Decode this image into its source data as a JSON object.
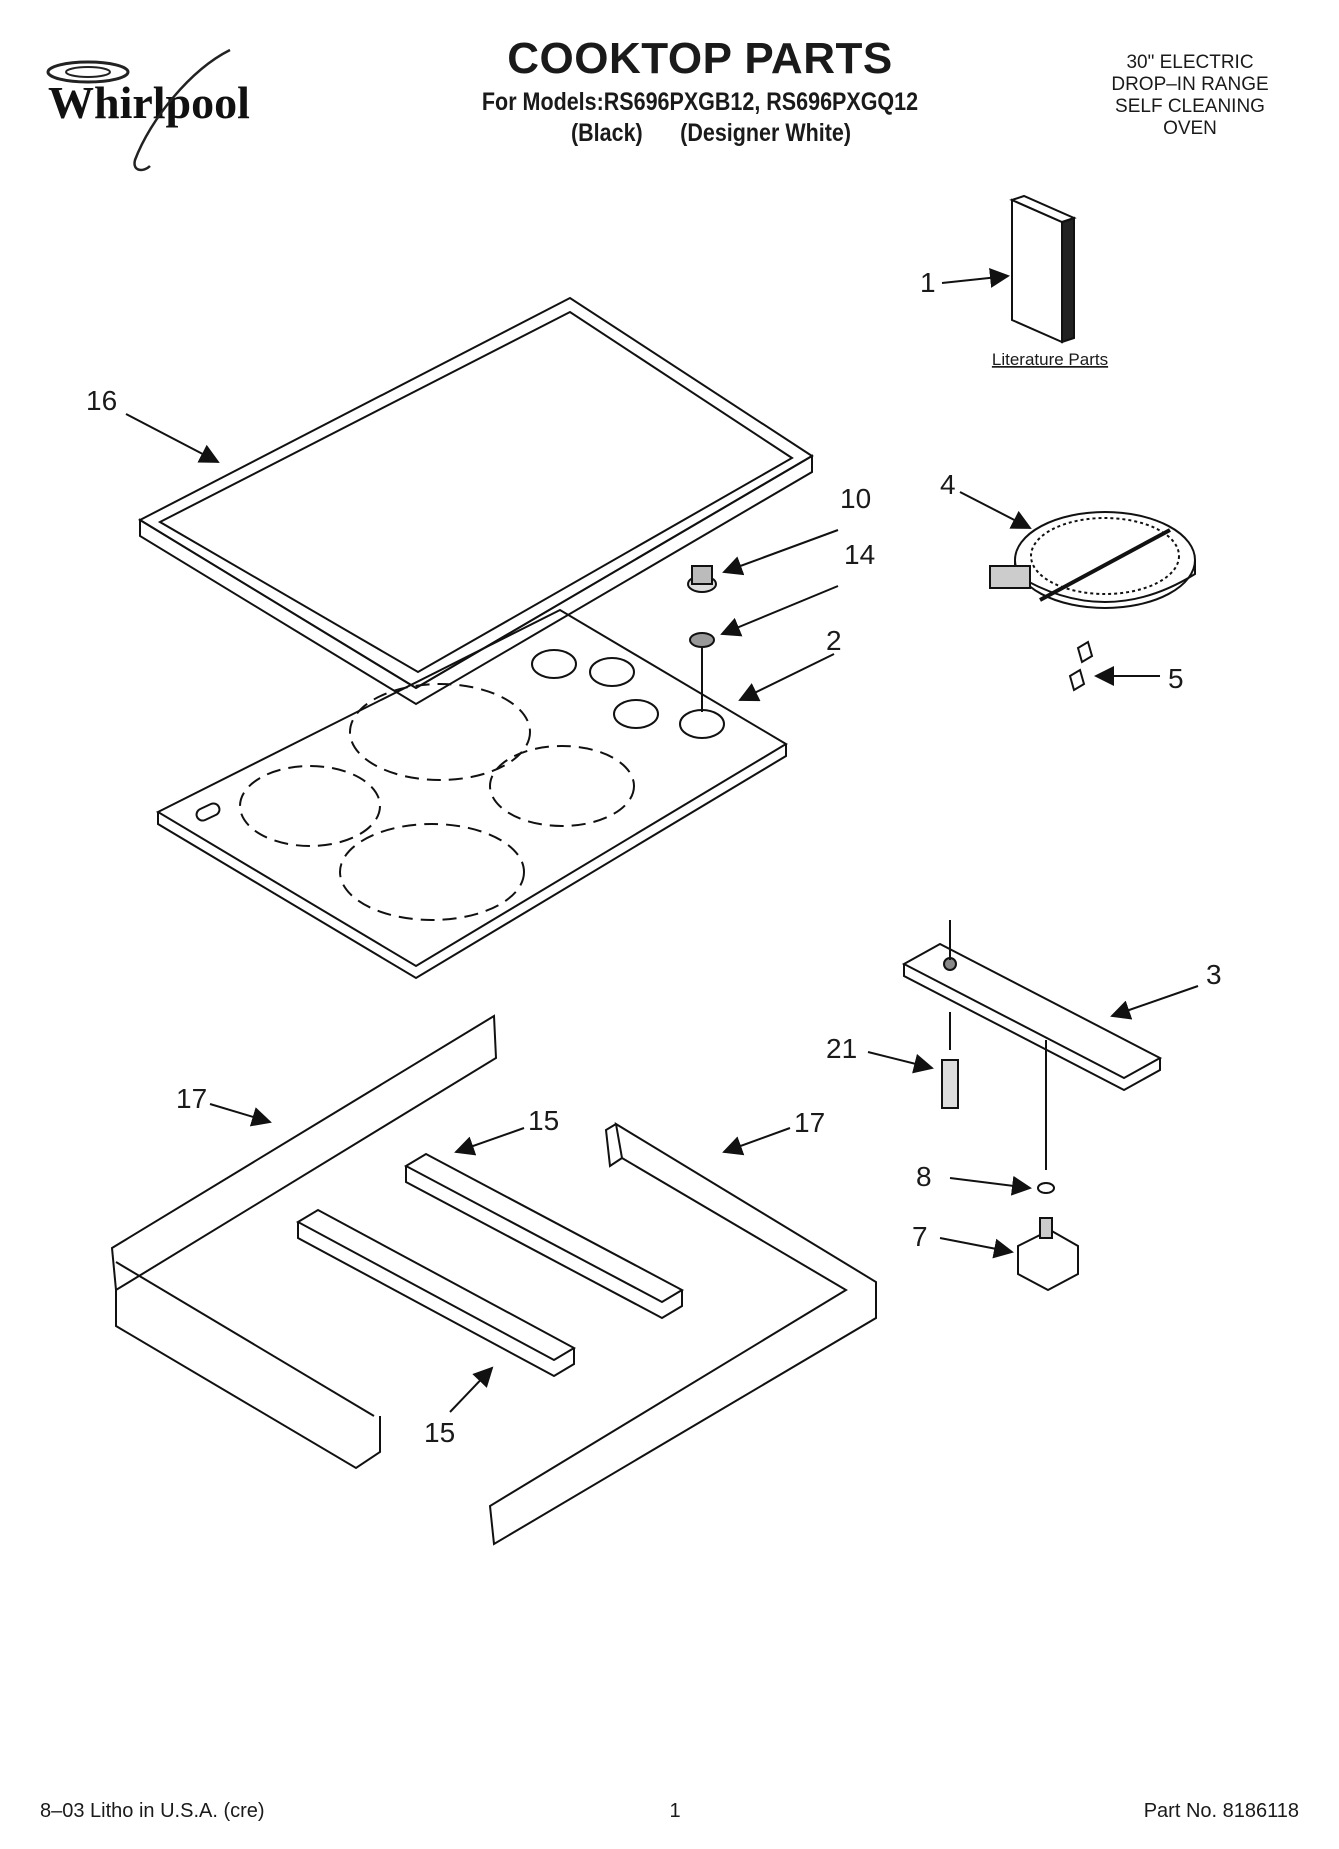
{
  "brand": "Whirlpool",
  "header": {
    "title": "COOKTOP PARTS",
    "models_line": "For Models:RS696PXGB12, RS696PXGQ12",
    "finish_1": "(Black)",
    "finish_2": "(Designer White)",
    "description": [
      "30\" ELECTRIC",
      "DROP–IN RANGE",
      "SELF CLEANING",
      "OVEN"
    ]
  },
  "diagram": {
    "literature_label": "Literature Parts",
    "callouts": {
      "c1": "1",
      "c2": "2",
      "c3": "3",
      "c4": "4",
      "c5": "5",
      "c7": "7",
      "c8": "8",
      "c10": "10",
      "c14": "14",
      "c16": "16",
      "c15a": "15",
      "c15b": "15",
      "c17a": "17",
      "c17b": "17",
      "c21": "21"
    }
  },
  "footer": {
    "litho": "8–03 Litho in U.S.A. (cre)",
    "page": "1",
    "part_no": "Part No. 8186118"
  }
}
